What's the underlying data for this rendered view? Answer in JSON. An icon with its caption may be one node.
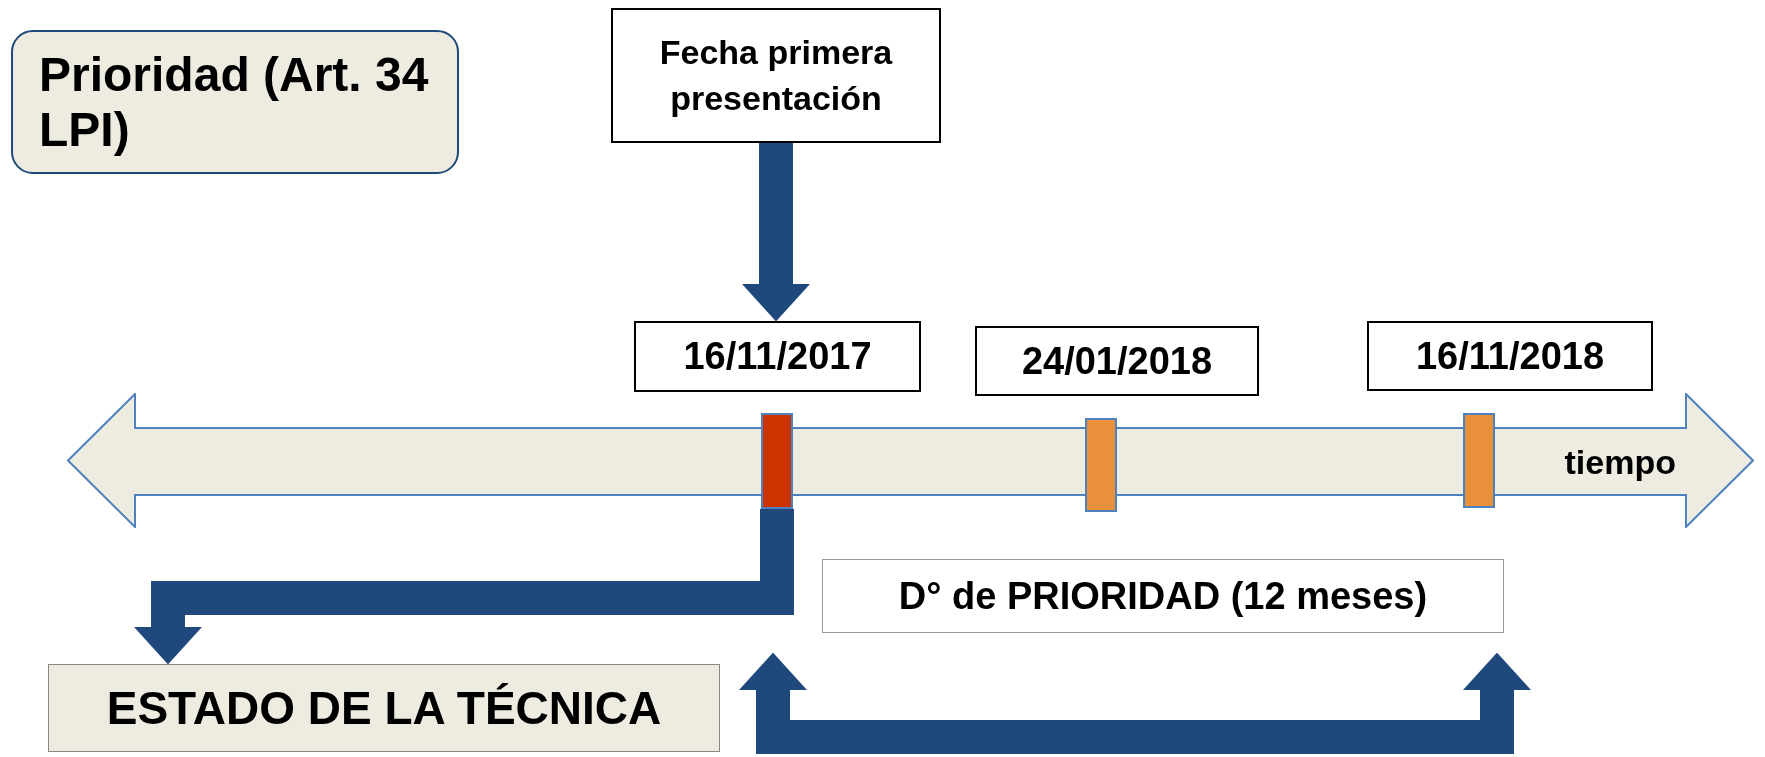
{
  "diagram": {
    "nodes": [
      {
        "text": [
          "Prioridad (Art. 34 LPI)"
        ]
      },
      {
        "text": [
          "Fecha primera presentación"
        ]
      },
      {
        "text": [
          "16/11/2017"
        ]
      },
      {
        "text": [
          "24/01/2018"
        ]
      },
      {
        "text": [
          "16/11/2018"
        ]
      },
      {
        "text": [
          "tiempo"
        ]
      },
      {
        "text": [],
        "shape": "bar",
        "in": 5
      },
      {
        "text": [],
        "shape": "bar",
        "in": 5
      },
      {
        "text": [],
        "shape": "bar",
        "in": 5
      },
      {
        "text": [
          "D° de PRIORIDAD (12 meses)"
        ]
      },
      {
        "text": [
          "ESTADO DE LA TÉCNICA"
        ]
      }
    ],
    "edges": [
      {
        "from": 1,
        "to": 2,
        "arrow": "to"
      },
      {
        "from": 6,
        "to": 10,
        "arrow": "to"
      }
    ]
  }
}
